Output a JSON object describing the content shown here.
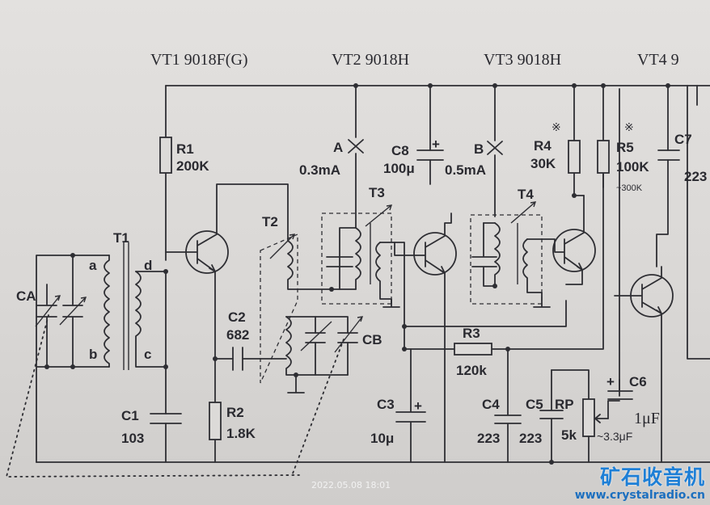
{
  "headers": {
    "vt1": "VT1  9018F(G)",
    "vt2": "VT2  9018H",
    "vt3": "VT3  9018H",
    "vt4": "VT4  9"
  },
  "labels": {
    "r1": "R1",
    "r1v": "200K",
    "r2": "R2",
    "r2v": "1.8K",
    "r3": "R3",
    "r3v": "120k",
    "r4": "R4",
    "r4v": "30K",
    "r5": "R5",
    "r5v": "100K",
    "r5r": "~300K",
    "mark": "※",
    "c1": "C1",
    "c1v": "103",
    "c2": "C2",
    "c2v": "682",
    "c3": "C3",
    "c3v": "10μ",
    "c4": "C4",
    "c4v": "223",
    "c5": "C5",
    "c5v": "223",
    "c6": "C6",
    "c6v": "1μF",
    "c6r": "~3.3μF",
    "c7": "C7",
    "c7v": "223",
    "c8": "C8",
    "c8v": "100μ",
    "rp": "RP",
    "rpv": "5k",
    "ca": "CA",
    "cb": "CB",
    "t1": "T1",
    "t2": "T2",
    "t3": "T3",
    "t4": "T4",
    "a": "a",
    "b": "b",
    "c": "c",
    "d": "d",
    "pa": "A",
    "pb": "B",
    "ia": "0.3mA",
    "ib": "0.5mA",
    "plus": "+"
  },
  "timestamp": "2022.05.08 18:01",
  "logo": {
    "title": "矿石收音机",
    "url": "www.crystalradio.cn"
  }
}
